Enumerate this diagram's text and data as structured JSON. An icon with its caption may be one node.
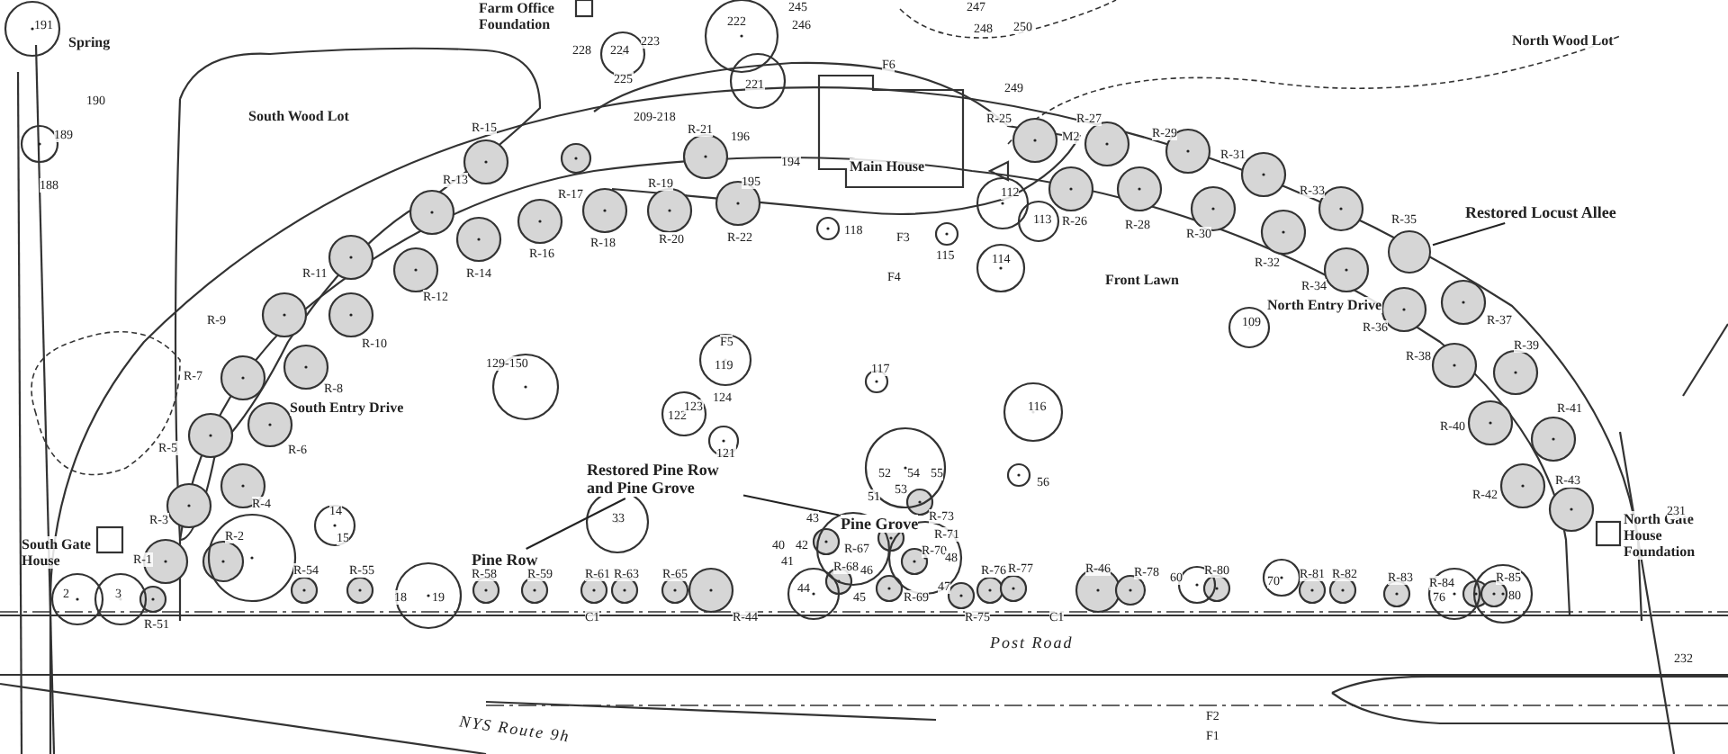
{
  "diagram": {
    "nodes": [
      {
        "text": [
          "Restored Locust Allee"
        ]
      },
      {
        "text": [
          "Restored Pine Row and Pine Grove"
        ]
      },
      {
        "text": [],
        "shape": "circle",
        "beside": [
          "R-35"
        ]
      },
      {
        "text": [
          "Pine Row"
        ]
      },
      {
        "text": [
          "Pine Grove"
        ]
      }
    ],
    "edges": [
      {
        "from": 0,
        "to": 2,
        "arrow": "none"
      },
      {
        "from": 1,
        "to": 3,
        "arrow": "none"
      },
      {
        "from": 1,
        "to": 4,
        "arrow": "none"
      }
    ],
    "labels": [
      "191",
      "Spring",
      "Farm Office Foundation",
      "228",
      "224",
      "223",
      "225",
      "222",
      "245",
      "246",
      "247",
      "248",
      "250",
      "190",
      "F6",
      "221",
      "249",
      "South Wood Lot",
      "189",
      "188",
      "209-218",
      "R-21",
      "196",
      "194",
      "195",
      "Main House",
      "R-25",
      "R-27",
      "M2",
      "R-29",
      "North Wood Lot",
      "R-15",
      "R-19",
      "R-17",
      "R-31",
      "R-13",
      "R-18",
      "R-20",
      "R-22",
      "112",
      "113",
      "R-26",
      "R-28",
      "R-33",
      "R-16",
      "R-14",
      "118",
      "F3",
      "115",
      "R-30",
      "R-11",
      "R-12",
      "F4",
      "114",
      "Front Lawn",
      "R-32",
      "R-34",
      "R-9",
      "R-10",
      "North Entry Drive",
      "109",
      "R-36",
      "R-37",
      "F5",
      "119",
      "R-38",
      "R-39",
      "R-7",
      "R-8",
      "129-150",
      "117",
      "South Entry Drive",
      "R-5",
      "R-6",
      "122",
      "123",
      "124",
      "116",
      "R-40",
      "R-41",
      "121",
      "R-4",
      "52",
      "54",
      "55",
      "53",
      "51",
      "56",
      "R-42",
      "R-43",
      "R-3",
      "14",
      "33",
      "43",
      "R-73",
      "South Gate House",
      "R-2",
      "15",
      "40",
      "42",
      "R-67",
      "R-71",
      "R-70",
      "North Gate House Foundation",
      "R-1",
      "R-54",
      "R-55",
      "R-58",
      "R-59",
      "R-61",
      "R-63",
      "R-65",
      "41",
      "R-68",
      "46",
      "48",
      "R-76",
      "R-77",
      "R-46",
      "R-78",
      "60",
      "R-80",
      "70",
      "R-81",
      "R-82",
      "R-83",
      "R-84",
      "R-85",
      "2",
      "3",
      "18",
      "19",
      "44",
      "45",
      "R-69",
      "47",
      "76",
      "80",
      "R-51",
      "C1",
      "R-44",
      "R-75",
      "C1",
      "Post Road",
      "NYS Route 9h",
      "F2",
      "F1",
      "231",
      "232"
    ]
  }
}
